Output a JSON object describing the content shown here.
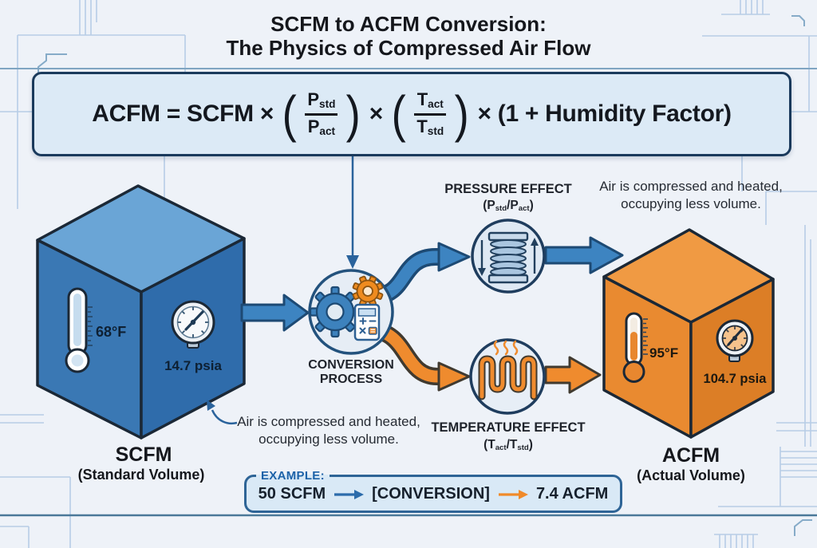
{
  "title": {
    "line1": "SCFM to ACFM Conversion:",
    "line2": "The Physics of Compressed Air Flow"
  },
  "formula": {
    "prefix": "ACFM = SCFM ×",
    "open": "(",
    "close": ")",
    "f1_num": "P",
    "f1_num_sub": "std",
    "f1_den": "P",
    "f1_den_sub": "act",
    "times": "×",
    "f2_num": "T",
    "f2_num_sub": "act",
    "f2_den": "T",
    "f2_den_sub": "std",
    "suffix": "× (1 + Humidity Factor)"
  },
  "scfm_cube": {
    "temperature": "68°F",
    "pressure": "14.7 psia",
    "label": "SCFM",
    "sublabel": "(Standard Volume)"
  },
  "acfm_cube": {
    "temperature": "95°F",
    "pressure": "104.7 psia",
    "label": "ACFM",
    "sublabel": "(Actual Volume)"
  },
  "conversion": {
    "label": "CONVERSION PROCESS"
  },
  "pressure_effect": {
    "title": "PRESSURE EFFECT",
    "p1": "(P",
    "sub1": "std",
    "p2": "/P",
    "sub2": "act",
    "p3": ")"
  },
  "temperature_effect": {
    "title": "TEMPERATURE EFFECT",
    "p1": "(T",
    "sub1": "act",
    "p2": "/T",
    "sub2": "std",
    "p3": ")"
  },
  "annotation_right": {
    "line1": "Air is compressed and heated,",
    "line2": "occupying less volume."
  },
  "annotation_center": {
    "line1": "Air is compressed and heated,",
    "line2": "occupying less volume."
  },
  "example": {
    "label": "EXAMPLE:",
    "input": "50 SCFM",
    "process": "[CONVERSION]",
    "output": "7.4 ACFM"
  },
  "icons": {
    "thermometer": "thermometer-icon",
    "gauge": "pressure-gauge-icon",
    "gears": "gears-icon",
    "calculator": "calculator-icon",
    "spring": "spring-compression-icon",
    "coil": "heating-coil-icon"
  },
  "colors": {
    "blue_accent": "#3d84c1",
    "orange_accent": "#ef8b2e",
    "dark_outline": "#1b2836",
    "formula_box_bg": "#dceaf6",
    "formula_box_border": "#1a3a5c",
    "example_box_bg": "#d9e9f6",
    "example_label_blue": "#1d62a8",
    "background": "#eef2f8"
  }
}
